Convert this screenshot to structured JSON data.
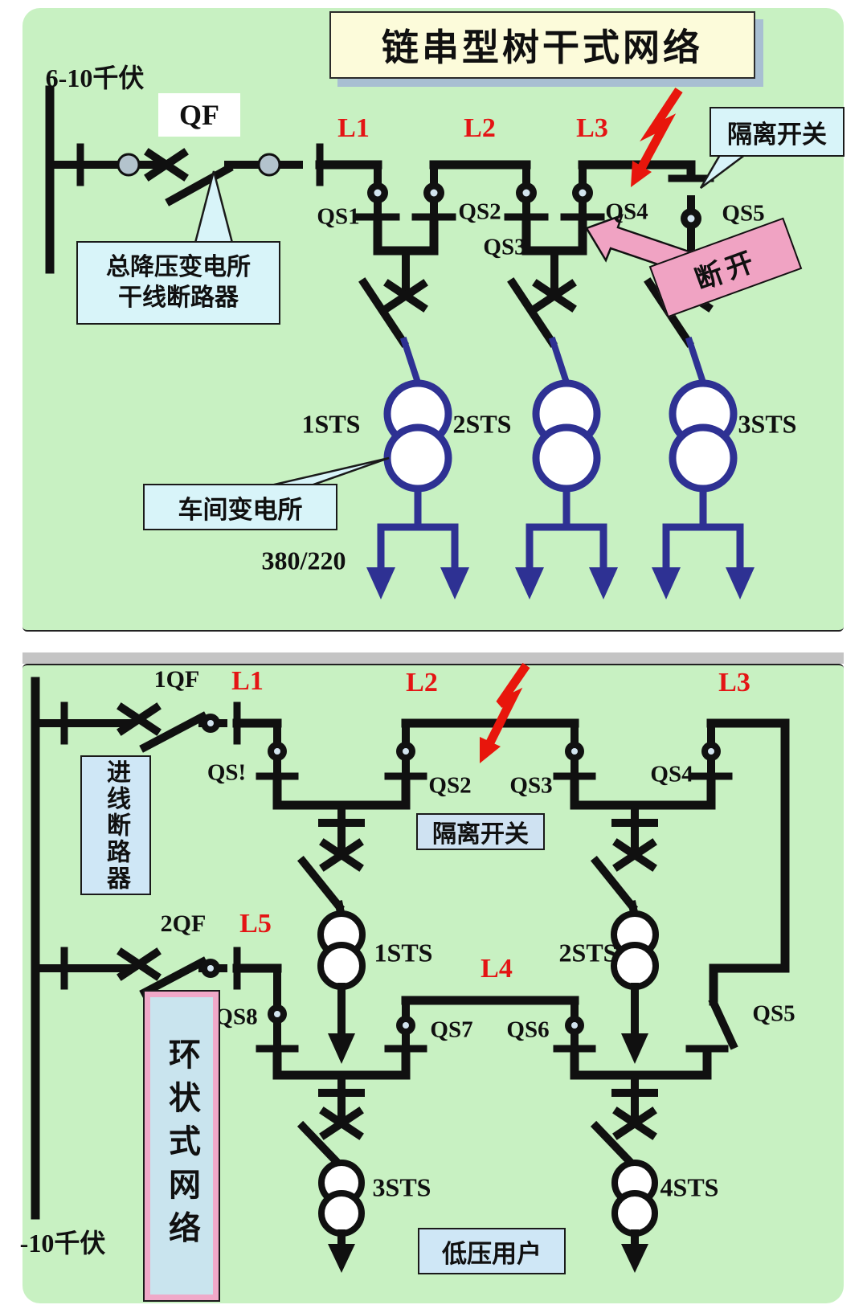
{
  "title": "链串型树干式网络",
  "top": {
    "voltage": "6-10千伏",
    "qf": "QF",
    "callout_line1": "总降压变电所",
    "callout_line2": "干线断路器",
    "l1": "L1",
    "l2": "L2",
    "l3": "L3",
    "qs1": "QS1",
    "qs2": "QS2",
    "qs3": "QS3",
    "qs4": "QS4",
    "qs5": "QS5",
    "isolator_callout": "隔离开关",
    "disconnect_note": "断开",
    "t1": "1STS",
    "t2": "2STS",
    "t3": "3STS",
    "shop_substation": "车间变电所",
    "lv": "380/220"
  },
  "bottom": {
    "qf1": "1QF",
    "qf2": "2QF",
    "l1": "L1",
    "l2": "L2",
    "l3": "L3",
    "l4": "L4",
    "l5": "L5",
    "qs1": "QS!",
    "qs2": "QS2",
    "qs3": "QS3",
    "qs4": "QS4",
    "qs5": "QS5",
    "qs6": "QS6",
    "qs7": "QS7",
    "qs8": "QS8",
    "isolator_label": "隔离开关",
    "incoming_breaker": "进线断路器",
    "network_type": "环状式网络",
    "t1": "1STS",
    "t2": "2STS",
    "t3": "3STS",
    "t4": "4STS",
    "lv_users": "低压用户",
    "voltage": "-10千伏"
  },
  "colors": {
    "panel_green": "#c8f1c2",
    "wire_black": "#101010",
    "secondary_blue": "#2e3193",
    "label_red": "#e41414",
    "callout_blue": "#d8f4f9",
    "note_pink": "#f0a3c3",
    "title_yellow": "#fcfbda",
    "title_shadow": "#a8bfd2",
    "gray_band": "#c4c4c4"
  }
}
